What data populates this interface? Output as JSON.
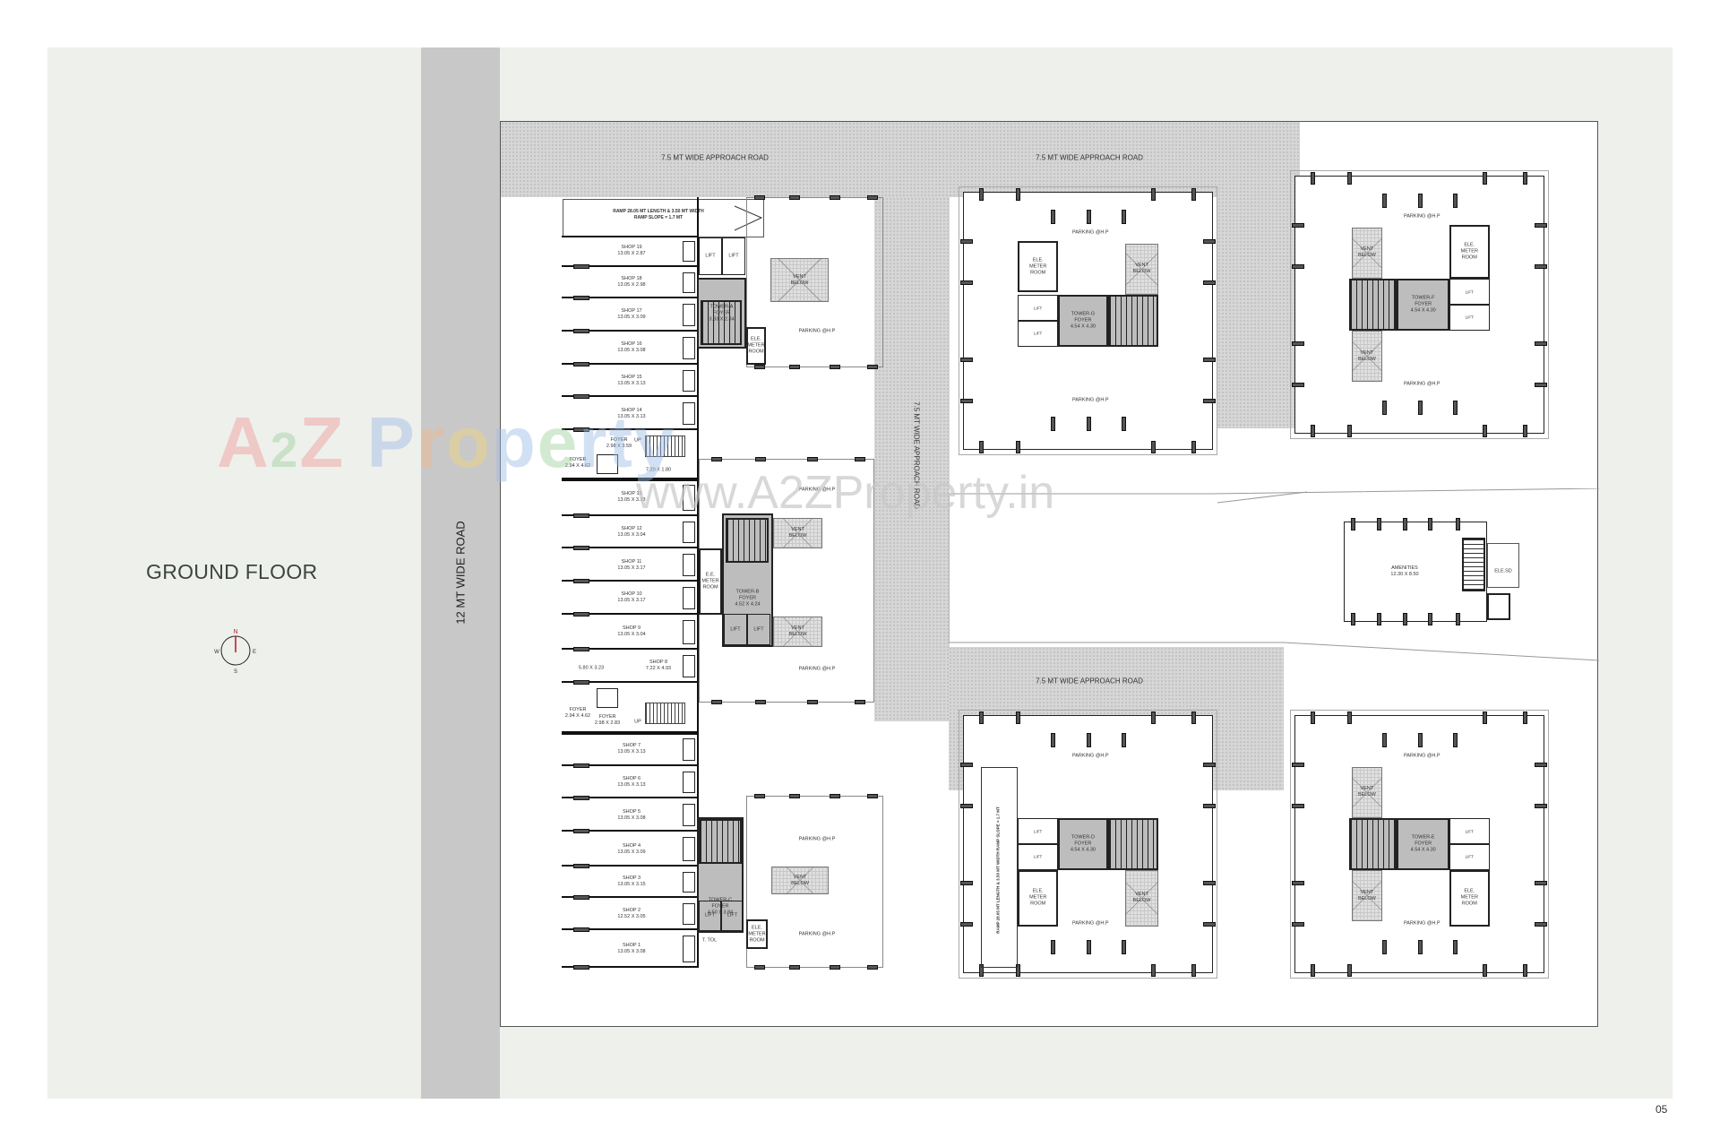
{
  "page": {
    "title": "GROUND FLOOR",
    "page_number": "05"
  },
  "roads": {
    "main": "12 MT WIDE ROAD",
    "approach_top_left": "7.5 MT WIDE APPROACH ROAD",
    "approach_top_right": "7.5 MT WIDE APPROACH ROAD",
    "approach_vertical": "7.5 MT WIDE APPROACH ROAD",
    "approach_bottom": "7.5 MT WIDE APPROACH ROAD"
  },
  "compass": {
    "n": "N",
    "e": "E",
    "s": "S",
    "w": "W",
    "needle_color": "#c0202a"
  },
  "watermark": {
    "logo": "A2Z Property",
    "logo_colors": [
      "#ee9a9a",
      "#9ccf9c",
      "#ee9a9a",
      "#ffffff",
      "#9dbbe6",
      "#f2b88a",
      "#f2d47a",
      "#9dbbe6",
      "#9ccf9c",
      "#9dbbe6",
      "#9dbbe6",
      "#9dbbe6"
    ],
    "url": "www.A2ZProperty.in"
  },
  "ramp_top": {
    "line1": "RAMP 28.05 MT LENGTH & 3.50 MT WIDTH",
    "line2": "RAMP SLOPE = 1.7 MT"
  },
  "shops": [
    {
      "name": "SHOP 19",
      "size": "13.05 X 2.87"
    },
    {
      "name": "SHOP 18",
      "size": "13.05 X 2.98"
    },
    {
      "name": "SHOP 17",
      "size": "13.05 X 3.09"
    },
    {
      "name": "SHOP 16",
      "size": "13.05 X 3.08"
    },
    {
      "name": "SHOP 15",
      "size": "13.05 X 3.13"
    },
    {
      "name": "SHOP 14",
      "size": "13.05 X 3.13"
    },
    {
      "name": "SHOP 13",
      "size": "13.05 X 3.33"
    },
    {
      "name": "SHOP 12",
      "size": "13.05 X 3.04"
    },
    {
      "name": "SHOP 11",
      "size": "13.05 X 3.17"
    },
    {
      "name": "SHOP 10",
      "size": "13.05 X 3.17"
    },
    {
      "name": "SHOP 9",
      "size": "13.05 X 3.04"
    },
    {
      "name": "SHOP 8",
      "size": "7.22 X 4.93"
    },
    {
      "name": "SHOP 7",
      "size": "13.05 X 3.13"
    },
    {
      "name": "SHOP 6",
      "size": "13.05 X 3.13"
    },
    {
      "name": "SHOP 5",
      "size": "13.05 X 3.08"
    },
    {
      "name": "SHOP 4",
      "size": "13.05 X 3.09"
    },
    {
      "name": "SHOP 3",
      "size": "13.05 X 3.15"
    },
    {
      "name": "SHOP 2",
      "size": "12.52 X 3.05"
    },
    {
      "name": "SHOP 1",
      "size": "13.05 X 3.08"
    }
  ],
  "shop_foyers": [
    {
      "foyer_a": "FOYER\n2.98 X 3.59",
      "foyer_b": "FOYER\n2.94 X 4.62",
      "passage": "7.20 X 1.80",
      "up": "UP",
      "lift": "LIFT"
    },
    {
      "foyer_a": "FOYER\n2.98 X 2.83",
      "foyer_b": "FOYER\n2.94 X 4.62",
      "passage": "5.80 X 3.23",
      "up": "UP",
      "lift": "LIFT"
    }
  ],
  "left_towers": [
    {
      "id": "A",
      "foyer": "TOWER-A\nFOYER\n3.83 X 2.84",
      "meter": "ELE.\nMETER\nROOM",
      "parking": [
        "PARKING @H.P"
      ],
      "vent": "VENT\nBELOW",
      "lift": "LIFT"
    },
    {
      "id": "B",
      "foyer": "TOWER-B\nFOYER\n4.52 X 4.24",
      "meter": "E.E.\nMETER\nROOM",
      "parking": [
        "PARKING @H.P",
        "PARKING @H.P"
      ],
      "vent": "VENT\nBELOW",
      "lift": "LIFT"
    },
    {
      "id": "C",
      "foyer": "TOWER-C\nFOYER\n4.50 X 3.84",
      "meter": "ELE.\nMETER\nROOM",
      "parking": [
        "PARKING @H.P",
        "PARKING @H.P"
      ],
      "vent": "VENT\nBELOW",
      "lift": "LIFT",
      "toilet": "T. TOL"
    }
  ],
  "towers": [
    {
      "id": "G",
      "foyer": "TOWER-G\nFOYER\n4.54 X 4.30",
      "meter": "ELE.\nMETER\nROOM",
      "vent": "VENT\nBELOW",
      "parking": [
        "PARKING @H.P",
        "PARKING @H.P"
      ],
      "lift": "LIFT"
    },
    {
      "id": "F",
      "foyer": "TOWER-F\nFOYER\n4.54 X 4.30",
      "meter": "ELE.\nMETER\nROOM",
      "vent": "VENT\nBELOW",
      "parking": [
        "PARKING @H.P",
        "PARKING @H.P"
      ],
      "lift": "LIFT"
    },
    {
      "id": "D",
      "foyer": "TOWER-D\nFOYER\n4.54 X 4.30",
      "meter": "ELE.\nMETER\nROOM",
      "vent": "VENT\nBELOW",
      "parking": [
        "PARKING @H.P",
        "PARKING @H.P"
      ],
      "lift": "LIFT",
      "ramp": "RAMP 28.05 MT LENGTH & 3.50 MT WIDTH RAMP SLOPE = 1.7 MT"
    },
    {
      "id": "E",
      "foyer": "TOWER-E\nFOYER\n4.54 X 4.30",
      "meter": "ELE.\nMETER\nROOM",
      "vent": "VENT\nBELOW",
      "parking": [
        "PARKING @H.P",
        "PARKING @H.P"
      ],
      "lift": "LIFT"
    }
  ],
  "amenities": {
    "label": "AMENITIES\n12.30 X 8.50",
    "ele": "ELE.SD"
  }
}
